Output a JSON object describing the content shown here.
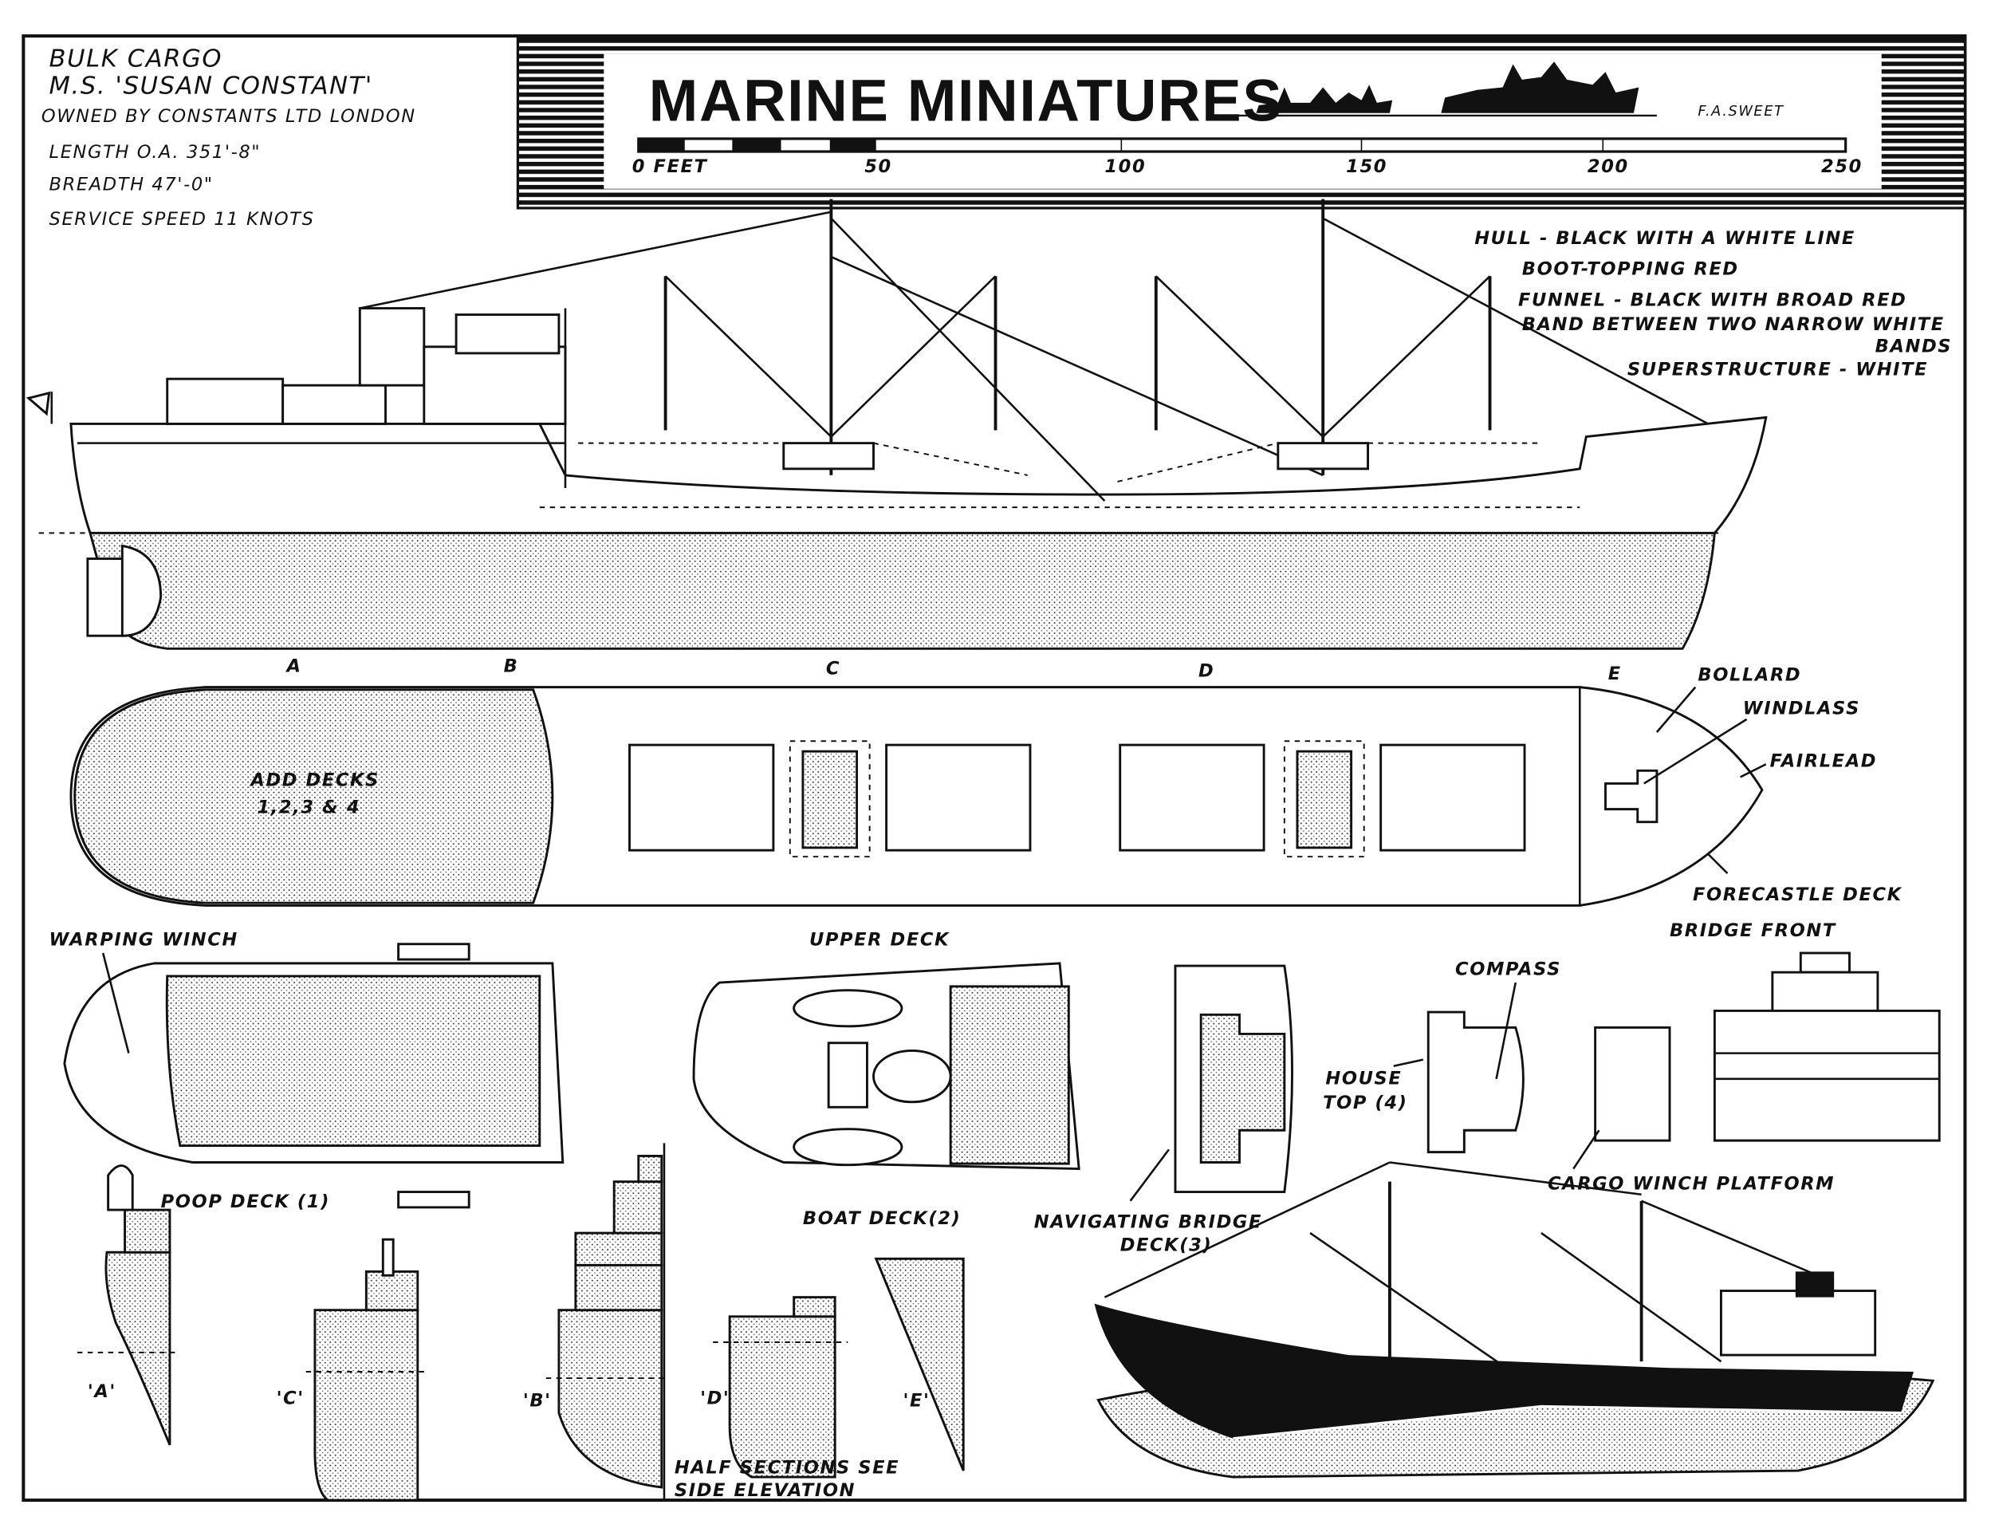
{
  "title_block": {
    "line1": "BULK CARGO",
    "line2": "M.S. 'SUSAN CONSTANT'",
    "owner": "OWNED BY CONSTANTS LTD  LONDON",
    "length": "LENGTH O.A.   351'-8\"",
    "breadth": "BREADTH  47'-0\"",
    "speed": "SERVICE  SPEED  11 KNOTS"
  },
  "header": {
    "title": "MARINE  MINIATURES",
    "author": "F.A.SWEET",
    "scale_ticks": [
      "0 FEET",
      "50",
      "100",
      "150",
      "200",
      "250"
    ]
  },
  "colour_notes": [
    "HULL - BLACK WITH A WHITE LINE",
    "BOOT-TOPPING  RED",
    "FUNNEL - BLACK WITH BROAD  RED",
    "BAND  BETWEEN  TWO NARROW WHITE",
    "BANDS",
    "SUPERSTRUCTURE - WHITE"
  ],
  "section_markers": [
    "A",
    "B",
    "C",
    "D",
    "E"
  ],
  "labels": {
    "add_decks_1": "ADD DECKS",
    "add_decks_2": "1,2,3 & 4",
    "bollard": "BOLLARD",
    "windlass": "WINDLASS",
    "fairlead": "FAIRLEAD",
    "forecastle_deck": "FORECASTLE DECK",
    "upper_deck": "UPPER  DECK",
    "warping_winch": "WARPING  WINCH",
    "bridge_front": "BRIDGE  FRONT",
    "compass": "COMPASS",
    "house_top_1": "HOUSE",
    "house_top_2": "TOP (4)",
    "poop_deck": "POOP DECK (1)",
    "boat_deck": "BOAT DECK(2)",
    "nav_bridge_1": "NAVIGATING BRIDGE",
    "nav_bridge_2": "DECK(3)",
    "cargo_winch_platform": "CARGO WINCH PLATFORM",
    "half_sections_1": "HALF SECTIONS  SEE",
    "half_sections_2": "SIDE ELEVATION"
  },
  "half_section_labels": [
    "'A'",
    "'C'",
    "'B'",
    "'D'",
    "'E'"
  ]
}
